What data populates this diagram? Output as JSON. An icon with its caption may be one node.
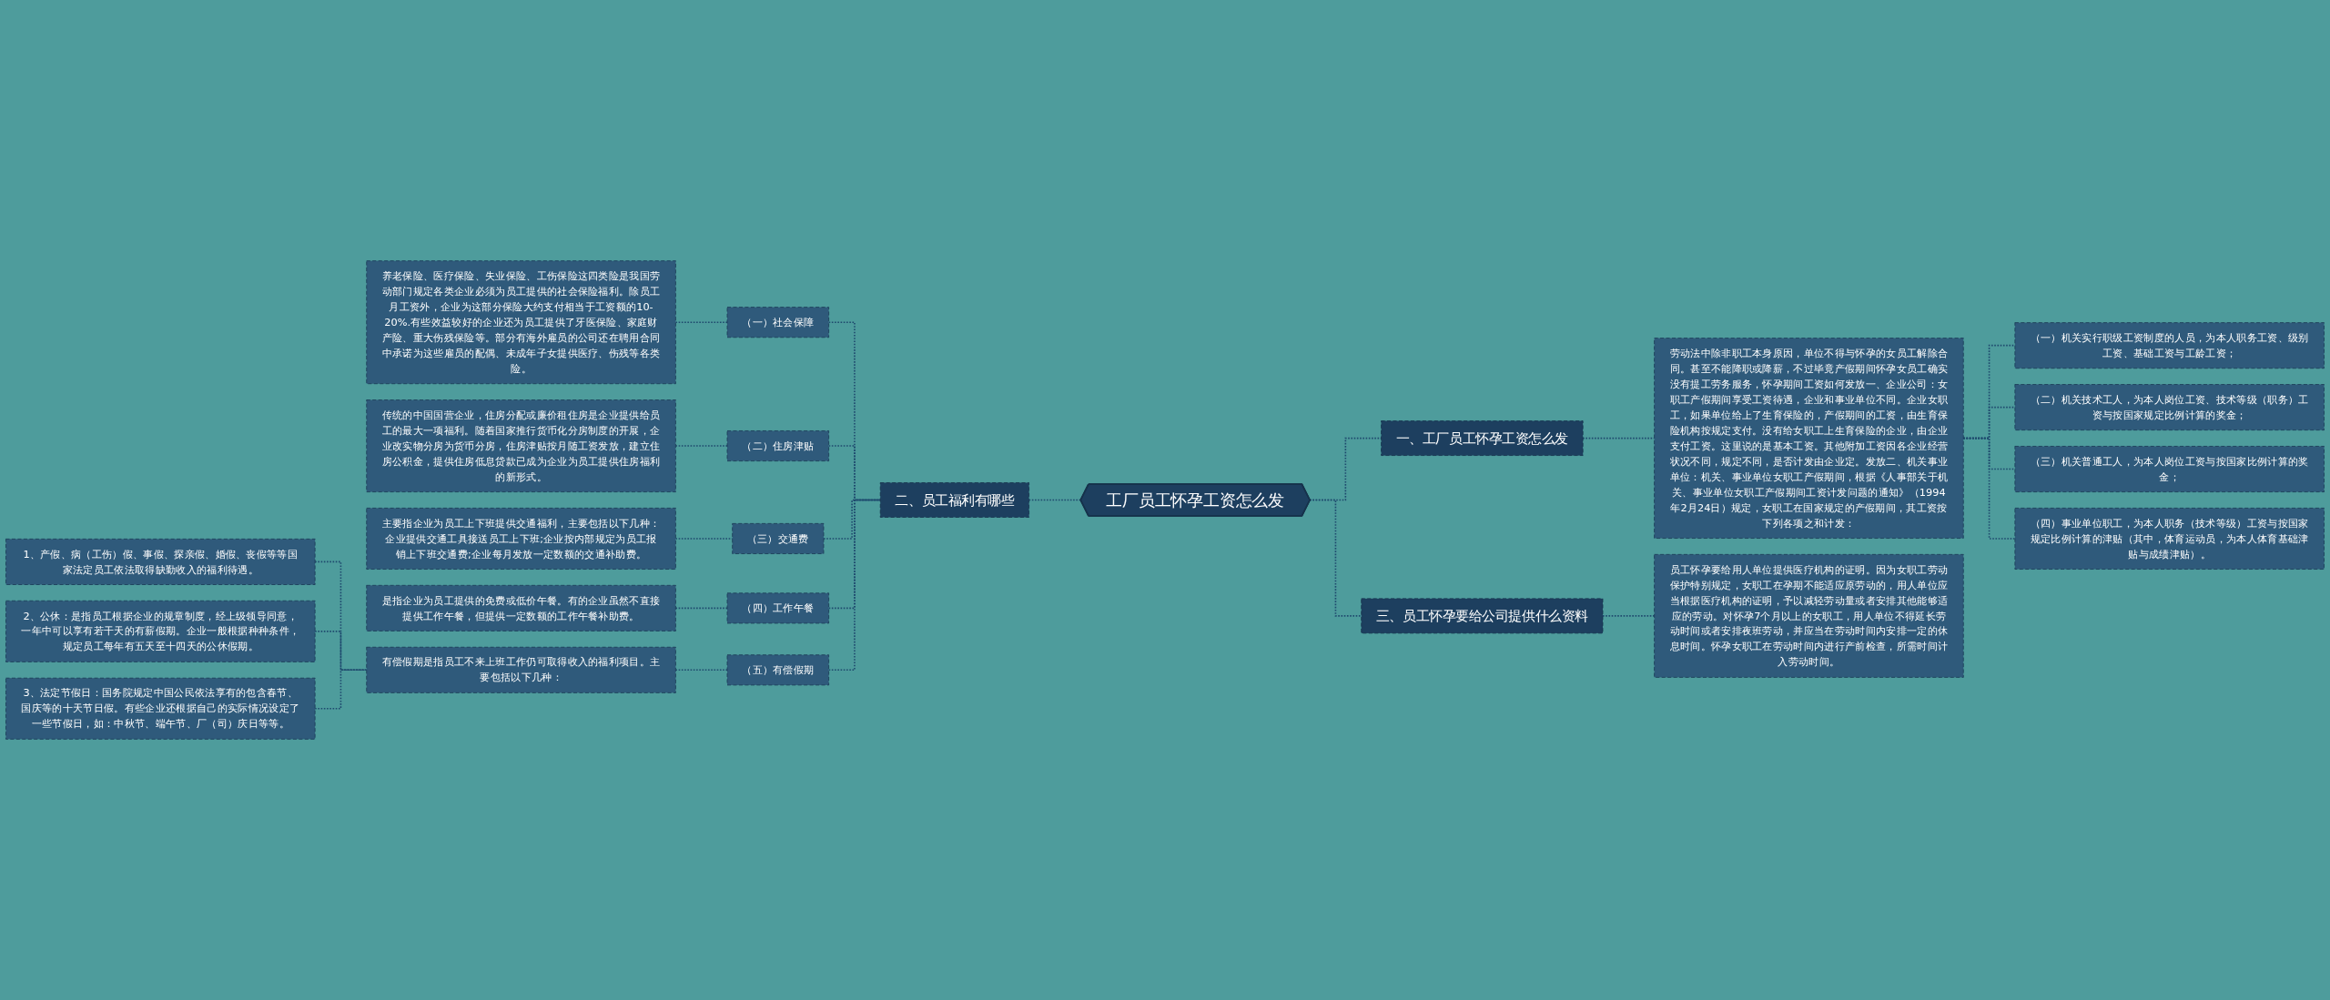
{
  "diagram": {
    "nodes": [
      {
        "text": [
          "工厂员工怀孕工资怎么发"
        ]
      },
      {
        "text": [
          "一、工厂员工怀孕工资怎么发"
        ]
      },
      {
        "text": [
          "劳动法中除非职工本身原因，单位不得与怀孕的女员工解除合同。甚至不能降职或降薪，不过毕竟产假期间怀孕女员工确实没有提工劳务服务，怀孕期间工资如何发放一、企业公司：女职工产假期间享受工资待遇，企业和事业单位不同。企业女职工，如果单位给上了生育保险的，产假期间的工资，由生育保险机构按规定支付。没有给女职工上生育保险的企业，由企业支付工资。这里说的是基本工资。其他附加工资因各企业经营状况不同，规定不同，是否计发由企业定。发放二、机关事业单位：机关、事业单位女职工产假期间，根据《人事部关于机关、事业单位女职工产假期间工资计发问题的通知》（1994年2月24日）规定，女职工在国家规定的产假期间，其工资按下列各项之和计发："
        ]
      },
      {
        "text": [
          "（一）机关实行职级工资制度的人员，为本人职务工资、级别工资、基础工资与工龄工资；"
        ]
      },
      {
        "text": [
          "（二）机关技术工人，为本人岗位工资、技术等级（职务）工资与按国家规定比例计算的奖金；"
        ]
      },
      {
        "text": [
          "（三）机关普通工人，为本人岗位工资与按国家比例计算的奖金；"
        ]
      },
      {
        "text": [
          "（四）事业单位职工，为本人职务（技术等级）工资与按国家规定比例计算的津贴（其中，体育运动员，为本人体育基础津贴与成绩津贴）。"
        ]
      },
      {
        "text": [
          "三、员工怀孕要给公司提供什么资料"
        ]
      },
      {
        "text": [
          "员工怀孕要给用人单位提供医疗机构的证明。因为女职工劳动保护特别规定，女职工在孕期不能适应原劳动的，用人单位应当根据医疗机构的证明，予以减轻劳动量或者安排其他能够适应的劳动。对怀孕7个月以上的女职工，用人单位不得延长劳动时间或者安排夜班劳动，并应当在劳动时间内安排一定的休息时间。怀孕女职工在劳动时间内进行产前检查，所需时间计入劳动时间。"
        ]
      },
      {
        "text": [
          "二、员工福利有哪些"
        ]
      },
      {
        "text": [
          "（一）社会保障"
        ]
      },
      {
        "text": [
          "养老保险、医疗保险、失业保险、工伤保险这四类险是我国劳动部门规定各类企业必须为员工提供的社会保险福利。除员工月工资外，企业为这部分保险大约支付相当于工资额的10-20%.有些效益较好的企业还为员工提供了牙医保险、家庭财产险、重大伤残保险等。部分有海外雇员的公司还在聘用合同中承诺为这些雇员的配偶、未成年子女提供医疗、伤残等各类险。"
        ]
      },
      {
        "text": [
          "（二）住房津贴"
        ]
      },
      {
        "text": [
          "传统的中国国营企业，住房分配或廉价租住房是企业提供给员工的最大一项福利。随着国家推行货币化分房制度的开展，企业改实物分房为货币分房，住房津贴按月随工资发放，建立住房公积金，提供住房低息贷款已成为企业为员工提供住房福利的新形式。"
        ]
      },
      {
        "text": [
          "（三）交通费"
        ]
      },
      {
        "text": [
          "主要指企业为员工上下班提供交通福利，主要包括以下几种：企业提供交通工具接送员工上下班;企业按内部规定为员工报销上下班交通费;企业每月发放一定数额的交通补助费。"
        ]
      },
      {
        "text": [
          "（四）工作午餐"
        ]
      },
      {
        "text": [
          "是指企业为员工提供的免费或低价午餐。有的企业虽然不直接提供工作午餐，但提供一定数额的工作午餐补助费。"
        ]
      },
      {
        "text": [
          "（五）有偿假期"
        ]
      },
      {
        "text": [
          "有偿假期是指员工不来上班工作仍可取得收入的福利项目。主要包括以下几种："
        ]
      },
      {
        "text": [
          "1、产假、病（工伤）假、事假、探亲假、婚假、丧假等等国家法定员工依法取得缺勤收入的福利待遇。"
        ]
      },
      {
        "text": [
          "2、公休：是指员工根据企业的规章制度，经上级领导同意，一年中可以享有若干天的有薪假期。企业一般根据种种条件，规定员工每年有五天至十四天的公休假期。"
        ]
      },
      {
        "text": [
          "3、法定节假日：国务院规定中国公民依法享有的包含春节、国庆等的十天节日假。有些企业还根据自己的实际情况设定了一些节假日，如：中秋节、端午节、厂（司）庆日等等。"
        ]
      }
    ],
    "edges": [
      {
        "from": 0,
        "to": 1,
        "arrow": "none"
      },
      {
        "from": 1,
        "to": 2,
        "arrow": "none"
      },
      {
        "from": 2,
        "to": 3,
        "arrow": "none"
      },
      {
        "from": 2,
        "to": 4,
        "arrow": "none"
      },
      {
        "from": 2,
        "to": 5,
        "arrow": "none"
      },
      {
        "from": 2,
        "to": 6,
        "arrow": "none"
      },
      {
        "from": 0,
        "to": 7,
        "arrow": "none"
      },
      {
        "from": 7,
        "to": 8,
        "arrow": "none"
      },
      {
        "from": 0,
        "to": 9,
        "arrow": "none"
      },
      {
        "from": 9,
        "to": 10,
        "arrow": "none"
      },
      {
        "from": 10,
        "to": 11,
        "arrow": "none"
      },
      {
        "from": 9,
        "to": 12,
        "arrow": "none"
      },
      {
        "from": 12,
        "to": 13,
        "arrow": "none"
      },
      {
        "from": 9,
        "to": 14,
        "arrow": "none"
      },
      {
        "from": 14,
        "to": 15,
        "arrow": "none"
      },
      {
        "from": 9,
        "to": 16,
        "arrow": "none"
      },
      {
        "from": 16,
        "to": 17,
        "arrow": "none"
      },
      {
        "from": 9,
        "to": 18,
        "arrow": "none"
      },
      {
        "from": 18,
        "to": 19,
        "arrow": "none"
      },
      {
        "from": 19,
        "to": 20,
        "arrow": "none"
      },
      {
        "from": 19,
        "to": 21,
        "arrow": "none"
      },
      {
        "from": 19,
        "to": 22,
        "arrow": "none"
      }
    ]
  }
}
